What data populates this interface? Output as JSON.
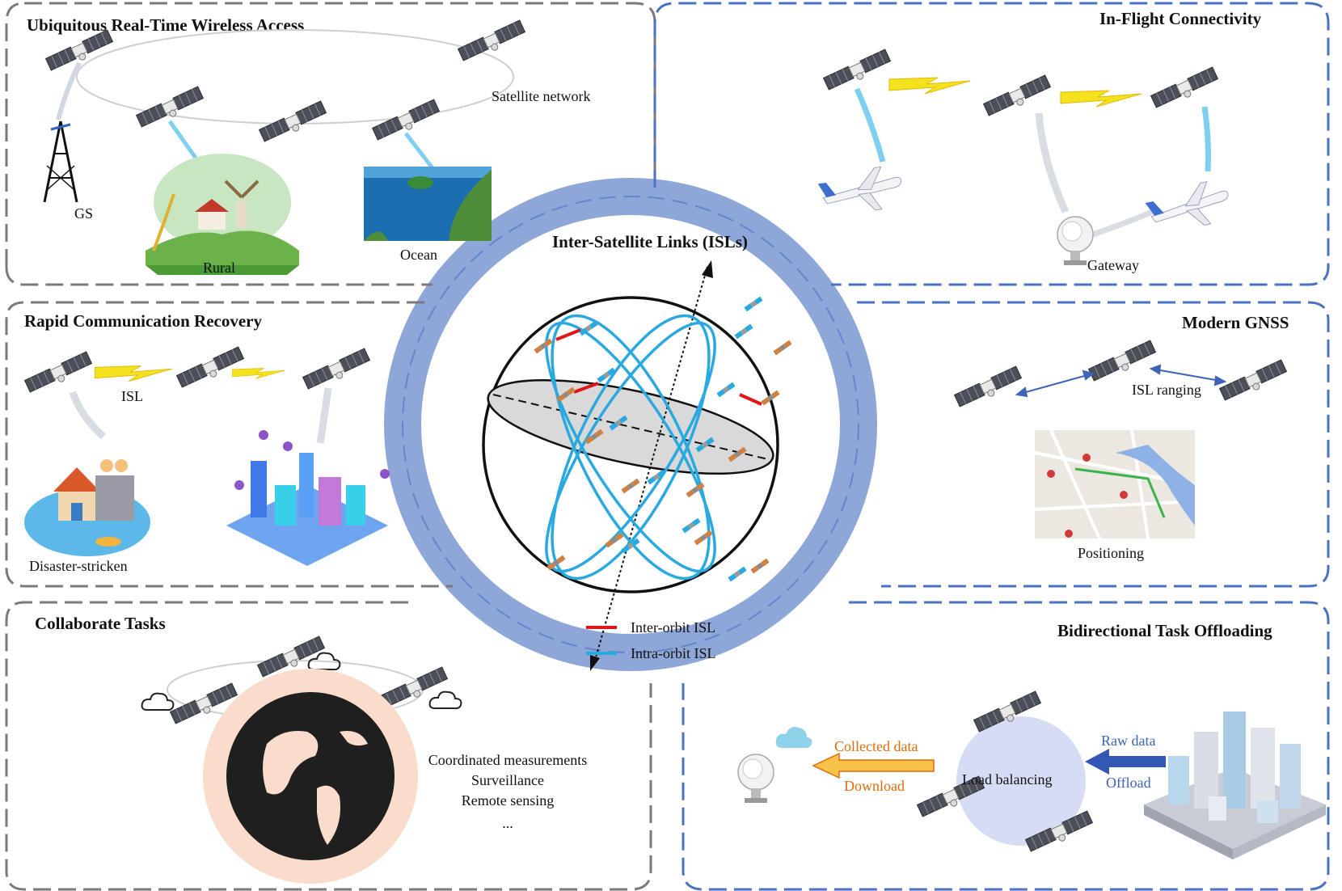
{
  "panels": {
    "top_left": {
      "title": "Ubiquitous Real-Time Wireless Access",
      "satellite_network": "Satellite network",
      "gs": "GS",
      "rural": "Rural",
      "ocean": "Ocean"
    },
    "top_right": {
      "title": "In-Flight Connectivity",
      "gateway": "Gateway"
    },
    "mid_left": {
      "title": "Rapid Communication Recovery",
      "isl": "ISL",
      "disaster": "Disaster-stricken"
    },
    "mid_right": {
      "title": "Modern GNSS",
      "isl_ranging": "ISL ranging",
      "positioning": "Positioning"
    },
    "bottom_left": {
      "title": "Collaborate Tasks",
      "tasks": [
        "Coordinated measurements",
        "Surveillance",
        "Remote sensing",
        "..."
      ]
    },
    "bottom_right": {
      "title": "Bidirectional Task Offloading",
      "collected_data": "Collected data",
      "download": "Download",
      "load_balancing": "Load balancing",
      "raw_data": "Raw data",
      "offload": "Offload"
    }
  },
  "center": {
    "title": "Inter-Satellite Links (ISLs)",
    "legend": [
      {
        "label": "Inter-orbit ISL",
        "color": "#e0161b"
      },
      {
        "label": "Intra-orbit ISL",
        "color": "#2aa9e0"
      }
    ]
  },
  "colors": {
    "gray_border": "#7a7a7a",
    "blue_border": "#4a72c4",
    "ring": "#8ea6d8",
    "orange": "#e06b0c",
    "blue_text": "#3f63b8"
  }
}
